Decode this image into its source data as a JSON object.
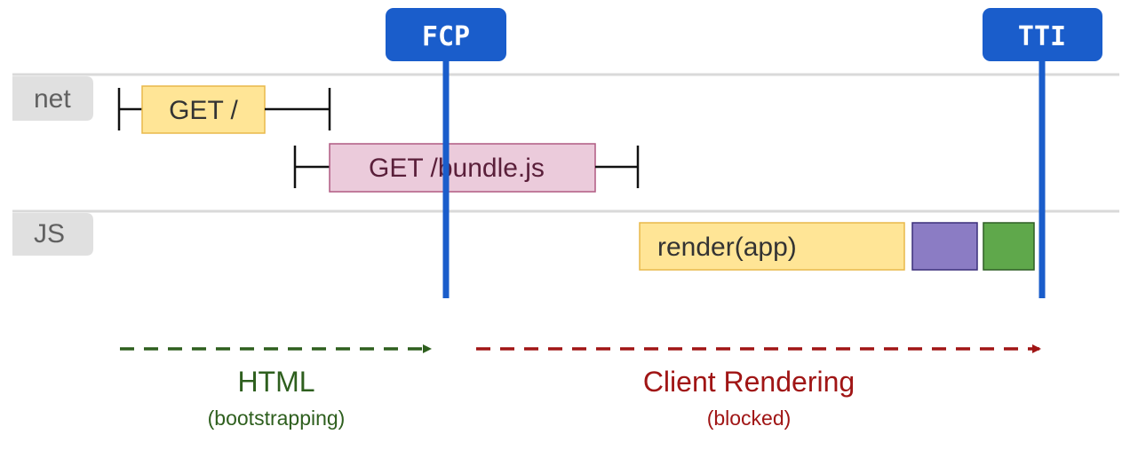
{
  "lanes": {
    "net": "net",
    "js": "JS"
  },
  "requests": [
    {
      "label": "GET /",
      "color": "#FFE596",
      "border": "#E8B84A",
      "text_color": "#333333"
    },
    {
      "label": "GET /bundle.js",
      "color": "#EBCBDB",
      "border": "#B05A82",
      "text_color": "#5A1F3A"
    }
  ],
  "js_tasks": [
    {
      "label": "render(app)",
      "color": "#FFE596",
      "border": "#E8B84A",
      "text_color": "#333333"
    },
    {
      "label": "",
      "color": "#8B7CC4",
      "border": "#3A2E7A"
    },
    {
      "label": "",
      "color": "#5FA84B",
      "border": "#2F5E25"
    }
  ],
  "markers": [
    {
      "label": "FCP",
      "color": "#1A5DCB"
    },
    {
      "label": "TTI",
      "color": "#1A5DCB"
    }
  ],
  "phases": [
    {
      "title": "HTML",
      "subtitle": "(bootstrapping)",
      "color": "#2E5F1E"
    },
    {
      "title": "Client Rendering",
      "subtitle": "(blocked)",
      "color": "#A01515"
    }
  ]
}
